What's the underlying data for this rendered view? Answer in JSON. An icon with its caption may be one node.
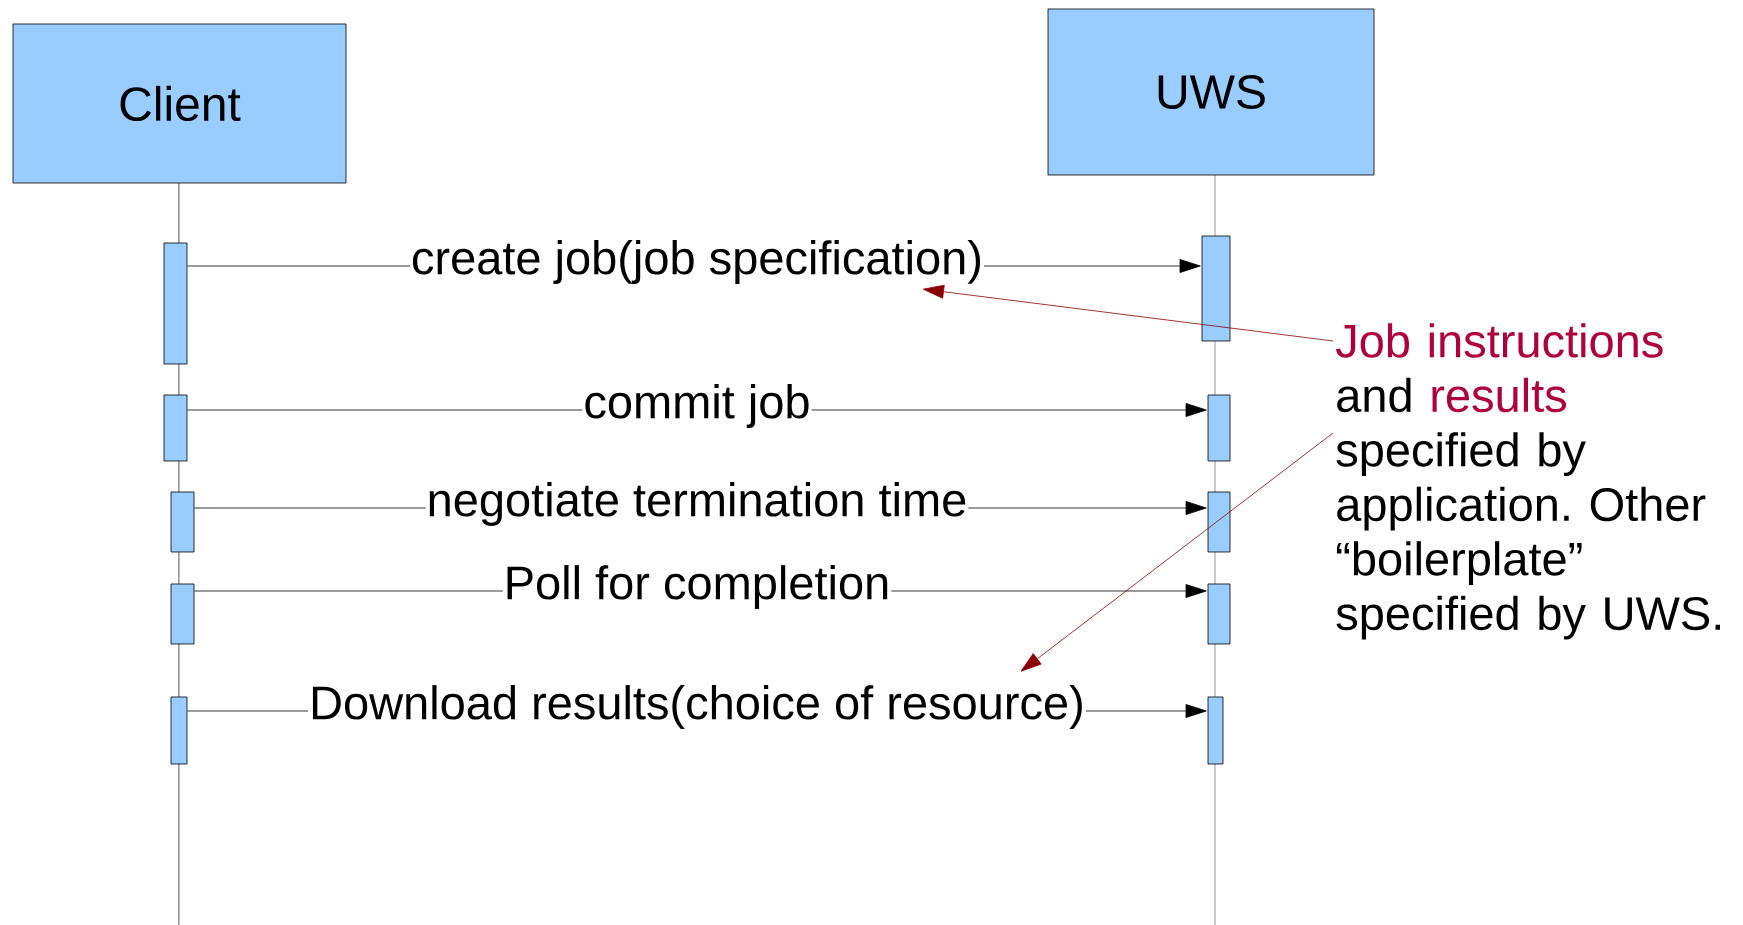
{
  "diagram": {
    "nodes": [
      {
        "text": [
          "Client"
        ]
      },
      {
        "text": [
          "UWS"
        ]
      },
      {
        "text": [],
        "shape": "bar"
      },
      {
        "text": [],
        "shape": "bar"
      },
      {
        "text": [],
        "shape": "bar"
      },
      {
        "text": [],
        "shape": "bar"
      },
      {
        "text": [],
        "shape": "bar"
      },
      {
        "text": [],
        "shape": "bar"
      },
      {
        "text": [],
        "shape": "bar"
      },
      {
        "text": [],
        "shape": "bar"
      },
      {
        "text": [],
        "shape": "bar"
      },
      {
        "text": [],
        "shape": "bar"
      },
      {
        "text": [
          "Job instructions",
          "and",
          "results",
          "specified by application. Other “boilerplate” specified by UWS."
        ]
      }
    ],
    "edges": [
      {
        "from": 2,
        "to": 3,
        "arrow": "to",
        "label": "create job(job specification)"
      },
      {
        "from": 4,
        "to": 5,
        "arrow": "to",
        "label": "commit job"
      },
      {
        "from": 6,
        "to": 7,
        "arrow": "to",
        "label": "negotiate termination time"
      },
      {
        "from": 8,
        "to": 9,
        "arrow": "to",
        "label": "Poll for completion"
      },
      {
        "from": 10,
        "to": 11,
        "arrow": "to",
        "label": "Download results(choice of resource)"
      },
      {
        "from": 12,
        "to": null,
        "arrow": "to",
        "color": "#8b0000"
      },
      {
        "from": 12,
        "to": null,
        "arrow": "to",
        "color": "#8b0000"
      }
    ]
  }
}
